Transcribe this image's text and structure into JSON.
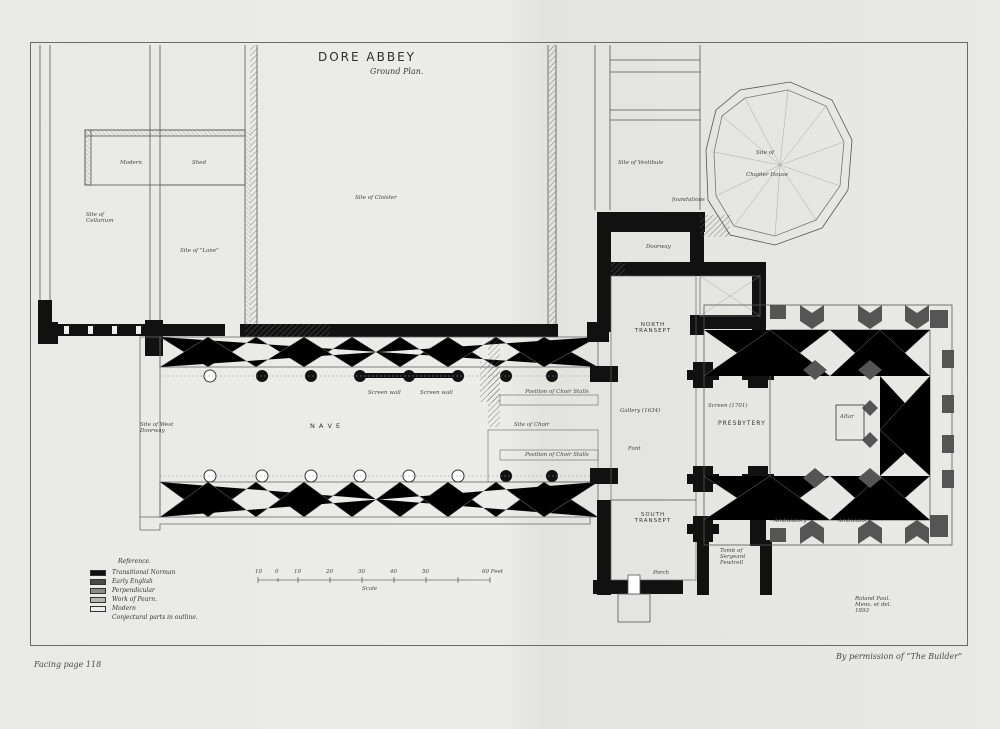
{
  "plan": {
    "title": "DORE ABBEY",
    "subtitle": "Ground Plan."
  },
  "labels": {
    "nave": "N A V E",
    "presbytery": "PRESBYTERY",
    "north_transept": "NORTH TRANSEPT",
    "south_transept": "SOUTH TRANSEPT",
    "chapter_house": "Chapter House",
    "site_of_chapter": "Site of",
    "site_of_cloister": "Site  of  Cloister",
    "site_of_vestibule": "Site of Vestibule",
    "site_of_cellarium": "Site of Cellarium",
    "site_of_lane": "Site of \"Lane\"",
    "modern": "Modern",
    "shed": "Shed",
    "site_of_choir": "Site of Choir",
    "position_choir_stalls_n": "Position of Choir Stalls",
    "position_choir_stalls_s": "Position of Choir Stalls",
    "gallery": "Gallery (1634)",
    "screen": "Screen (1701)",
    "altar": "Altar",
    "screen_wall": "Screen wall",
    "screen_wall_2": "Screen wall",
    "site_west_doorway": "Site of West Doorway",
    "doorway": "Doorway",
    "porch": "Porch",
    "font": "Font",
    "ambulatory_n": "Ambulatory",
    "ambulatory_s": "Ambulatory",
    "tomb": "Tomb of Sergeant Fewtrell",
    "foundations": "foundations",
    "scale": "Scale",
    "signature": "Roland Paul. Mens. et del. 1893"
  },
  "scale_ticks": [
    "10",
    "0",
    "10",
    "20",
    "30",
    "40",
    "50",
    "60 Feet"
  ],
  "legend": {
    "title": "Reference.",
    "items": [
      {
        "label": "Transitional Norman",
        "color": "#111111"
      },
      {
        "label": "Early English",
        "color": "#4a4a4a"
      },
      {
        "label": "Perpendicular",
        "color": "#8a8a8a"
      },
      {
        "label": "Work of Pearn.",
        "color": "#b5b5b5"
      },
      {
        "label": "Modern",
        "color": "#e8e8e8"
      },
      {
        "label": "Conjectural parts in outline.",
        "color": ""
      }
    ]
  },
  "footer": {
    "left": "Facing page 118",
    "right": "By permission of “The Builder”"
  }
}
